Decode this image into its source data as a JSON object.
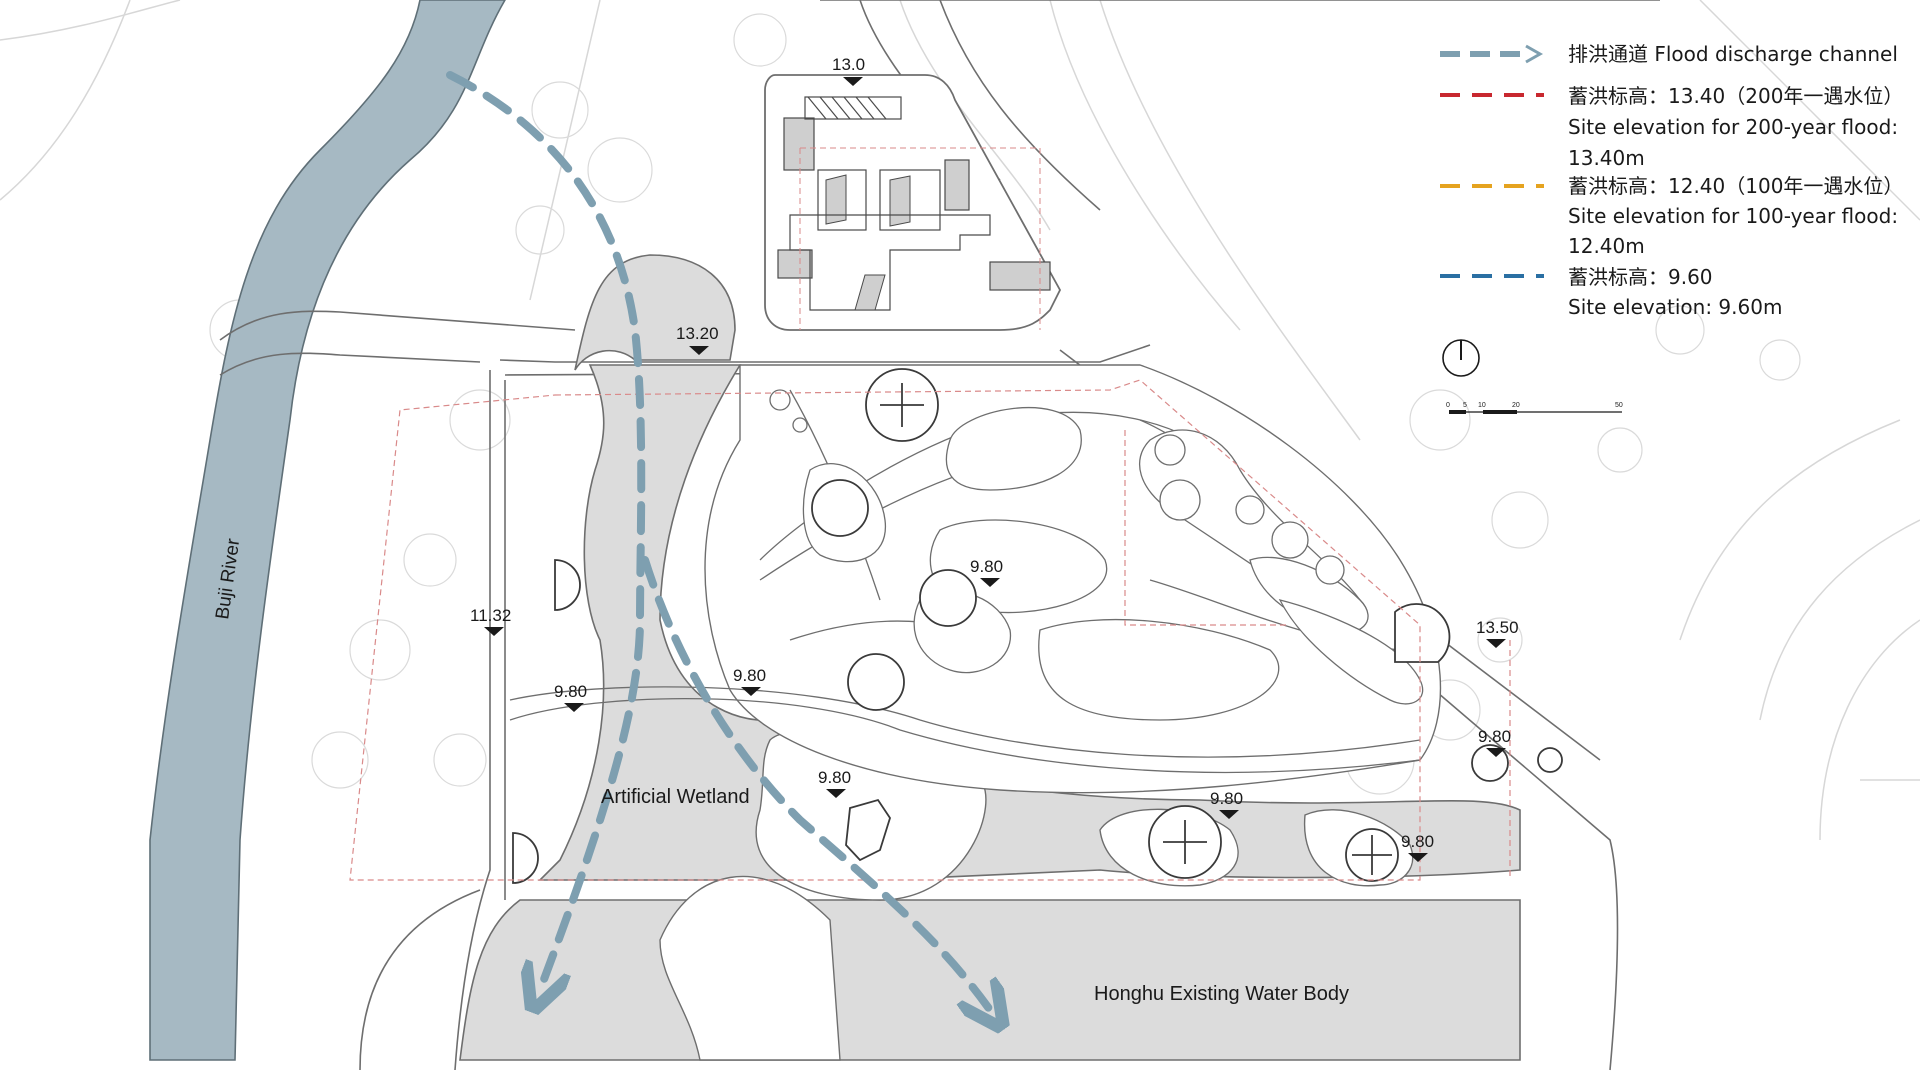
{
  "legend": {
    "flood_channel": {
      "label": "排洪通道 Flood discharge channel",
      "color": "#7e9fb0"
    },
    "level_200": {
      "line1": "蓄洪标高：13.40（200年一遇水位）",
      "line2": "Site elevation for 200-year flood:",
      "line3": "13.40m",
      "color": "#c8282f"
    },
    "level_100": {
      "line1": "蓄洪标高：12.40（100年一遇水位）",
      "line2": "Site elevation for 100-year flood:",
      "line3": "12.40m",
      "color": "#e5a31f"
    },
    "level_960": {
      "line1": "蓄洪标高：9.60",
      "line2": "Site elevation: 9.60m",
      "color": "#2a6fa3"
    }
  },
  "north_arrow": "north-arrow-icon",
  "scale_bar": {
    "ticks": [
      "0",
      "5",
      "10",
      "20",
      "50"
    ]
  },
  "places": {
    "river": "Buji River",
    "wetland": "Artificial Wetland",
    "water_body": "Honghu Existing Water Body"
  },
  "elevations": {
    "e_13_0": "13.0",
    "e_13_20": "13.20",
    "e_11_32": "11.32",
    "e_9_80_west": "9.80",
    "e_9_80_mid": "9.80",
    "e_9_80_center": "9.80",
    "e_9_80_island": "9.80",
    "e_9_80_south": "9.80",
    "e_9_80_east": "9.80",
    "e_9_80_far_east": "9.80",
    "e_13_50": "13.50"
  },
  "colors": {
    "river_fill": "#a6b9c3",
    "wetland_fill": "#dcdcdc",
    "building_fill": "#cfcfcf",
    "line": "#4a4a4a",
    "light_line": "#bdbdbd"
  }
}
